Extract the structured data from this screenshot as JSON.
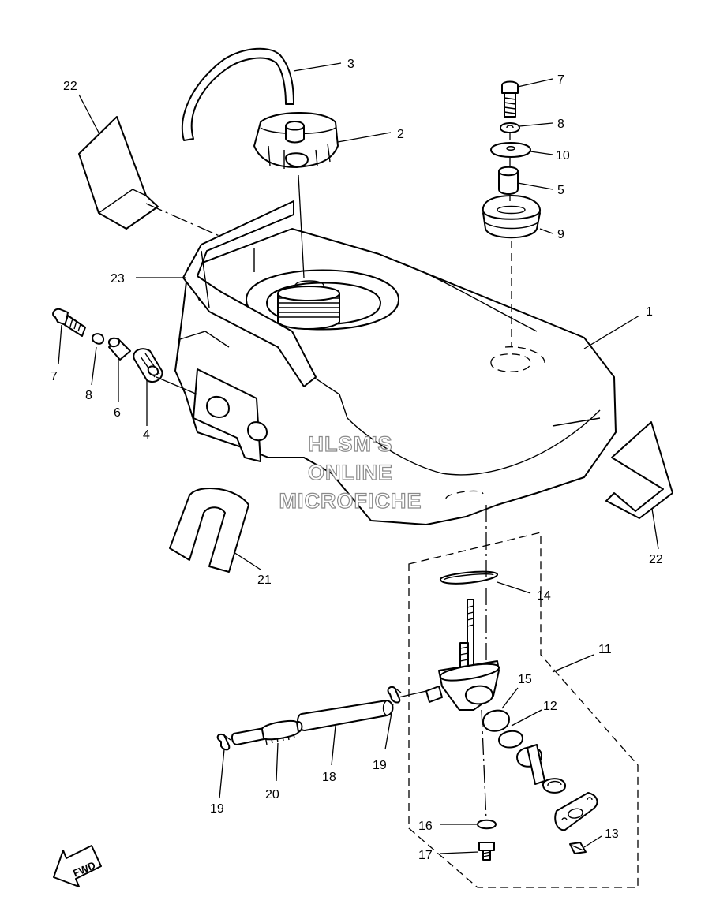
{
  "diagram": {
    "callouts": [
      "1",
      "2",
      "3",
      "4",
      "5",
      "6",
      "7",
      "8",
      "9",
      "10",
      "11",
      "12",
      "13",
      "14",
      "15",
      "16",
      "17",
      "18",
      "19",
      "20",
      "21",
      "22",
      "23"
    ],
    "watermark": {
      "line1": "HLSM'S",
      "line2": "ONLINE",
      "line3": "MICROFICHE"
    },
    "direction_badge": "FWD"
  }
}
